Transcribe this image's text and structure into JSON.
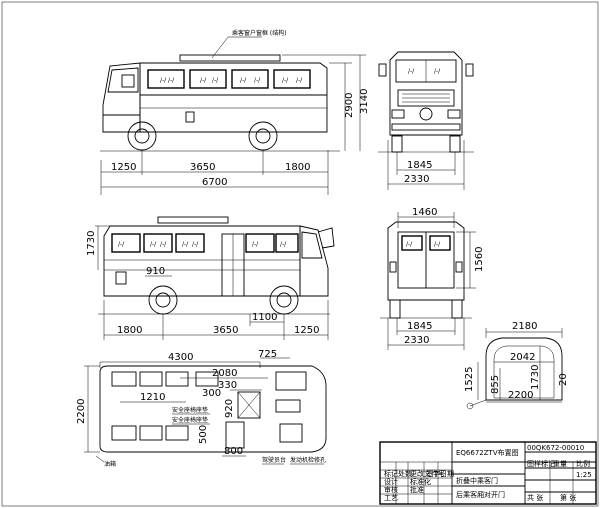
{
  "side_view": {
    "note": "乘客窗户窗框 (结构)",
    "dims": {
      "front_overhang": "1250",
      "wheelbase": "3650",
      "rear_overhang": "1800",
      "overall_length": "6700",
      "height_body": "2900",
      "height_total": "3140"
    }
  },
  "front_view": {
    "dims": {
      "track": "1845",
      "width": "2330"
    }
  },
  "side_view_right": {
    "dims": {
      "window_height": "1730",
      "door_width": "910",
      "rear_overhang": "1800",
      "wheelbase": "3650",
      "door_offset": "1100",
      "front_overhang": "1250"
    }
  },
  "rear_view": {
    "dims": {
      "door_width": "1460",
      "door_height": "1560",
      "track": "1845",
      "width": "2330"
    }
  },
  "plan_view": {
    "dims": {
      "length_a": "4300",
      "length_b": "725",
      "length_c": "2080",
      "length_d": "330",
      "length_e": "300",
      "length_f": "1210",
      "width_a": "2200",
      "width_b": "920",
      "width_c": "500",
      "width_d": "800"
    },
    "labels": {
      "seat_a": "安全座椅座垫",
      "seat_b": "安全座椅座垫",
      "driver": "驾驶员台",
      "engine": "发动机检修孔",
      "fuel": "油箱"
    }
  },
  "section_view": {
    "dims": {
      "top_width": "2180",
      "inner_width": "2042",
      "inner_height": "1730",
      "total_width": "2200",
      "height_a": "1525",
      "height_b": "855",
      "height_c": "20"
    }
  },
  "title_block": {
    "drawing_name": "EQ6672ZTV布置图",
    "drawing_no": "00QK672-00010",
    "note_1": "折叠中乘客门",
    "note_2": "后乘客厢对开门",
    "labels": {
      "mark": "标记",
      "qty": "处数",
      "change_no": "更改文件号",
      "sign": "签字",
      "date": "日期",
      "design": "设计",
      "review": "审核",
      "process": "工艺",
      "standard": "标准化",
      "approve": "批准",
      "stage": "图样标记",
      "weight": "重量",
      "scale": "比例",
      "sheet_total": "共 张",
      "sheet_no": "第 张"
    },
    "scale_value": "1:25"
  }
}
